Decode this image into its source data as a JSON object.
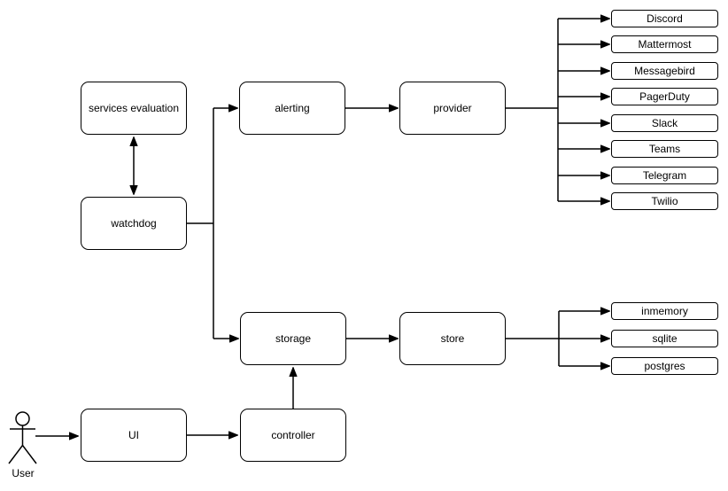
{
  "diagram": {
    "nodes": {
      "services_evaluation": "services evaluation",
      "watchdog": "watchdog",
      "alerting": "alerting",
      "provider": "provider",
      "storage": "storage",
      "store": "store",
      "ui": "UI",
      "controller": "controller"
    },
    "providers": [
      "Discord",
      "Mattermost",
      "Messagebird",
      "PagerDuty",
      "Slack",
      "Teams",
      "Telegram",
      "Twilio"
    ],
    "stores": [
      "inmemory",
      "sqlite",
      "postgres"
    ],
    "actor_label": "User",
    "colors": {
      "stroke": "#000000",
      "node_fill": "#ffffff",
      "background": "#ffffff"
    }
  }
}
